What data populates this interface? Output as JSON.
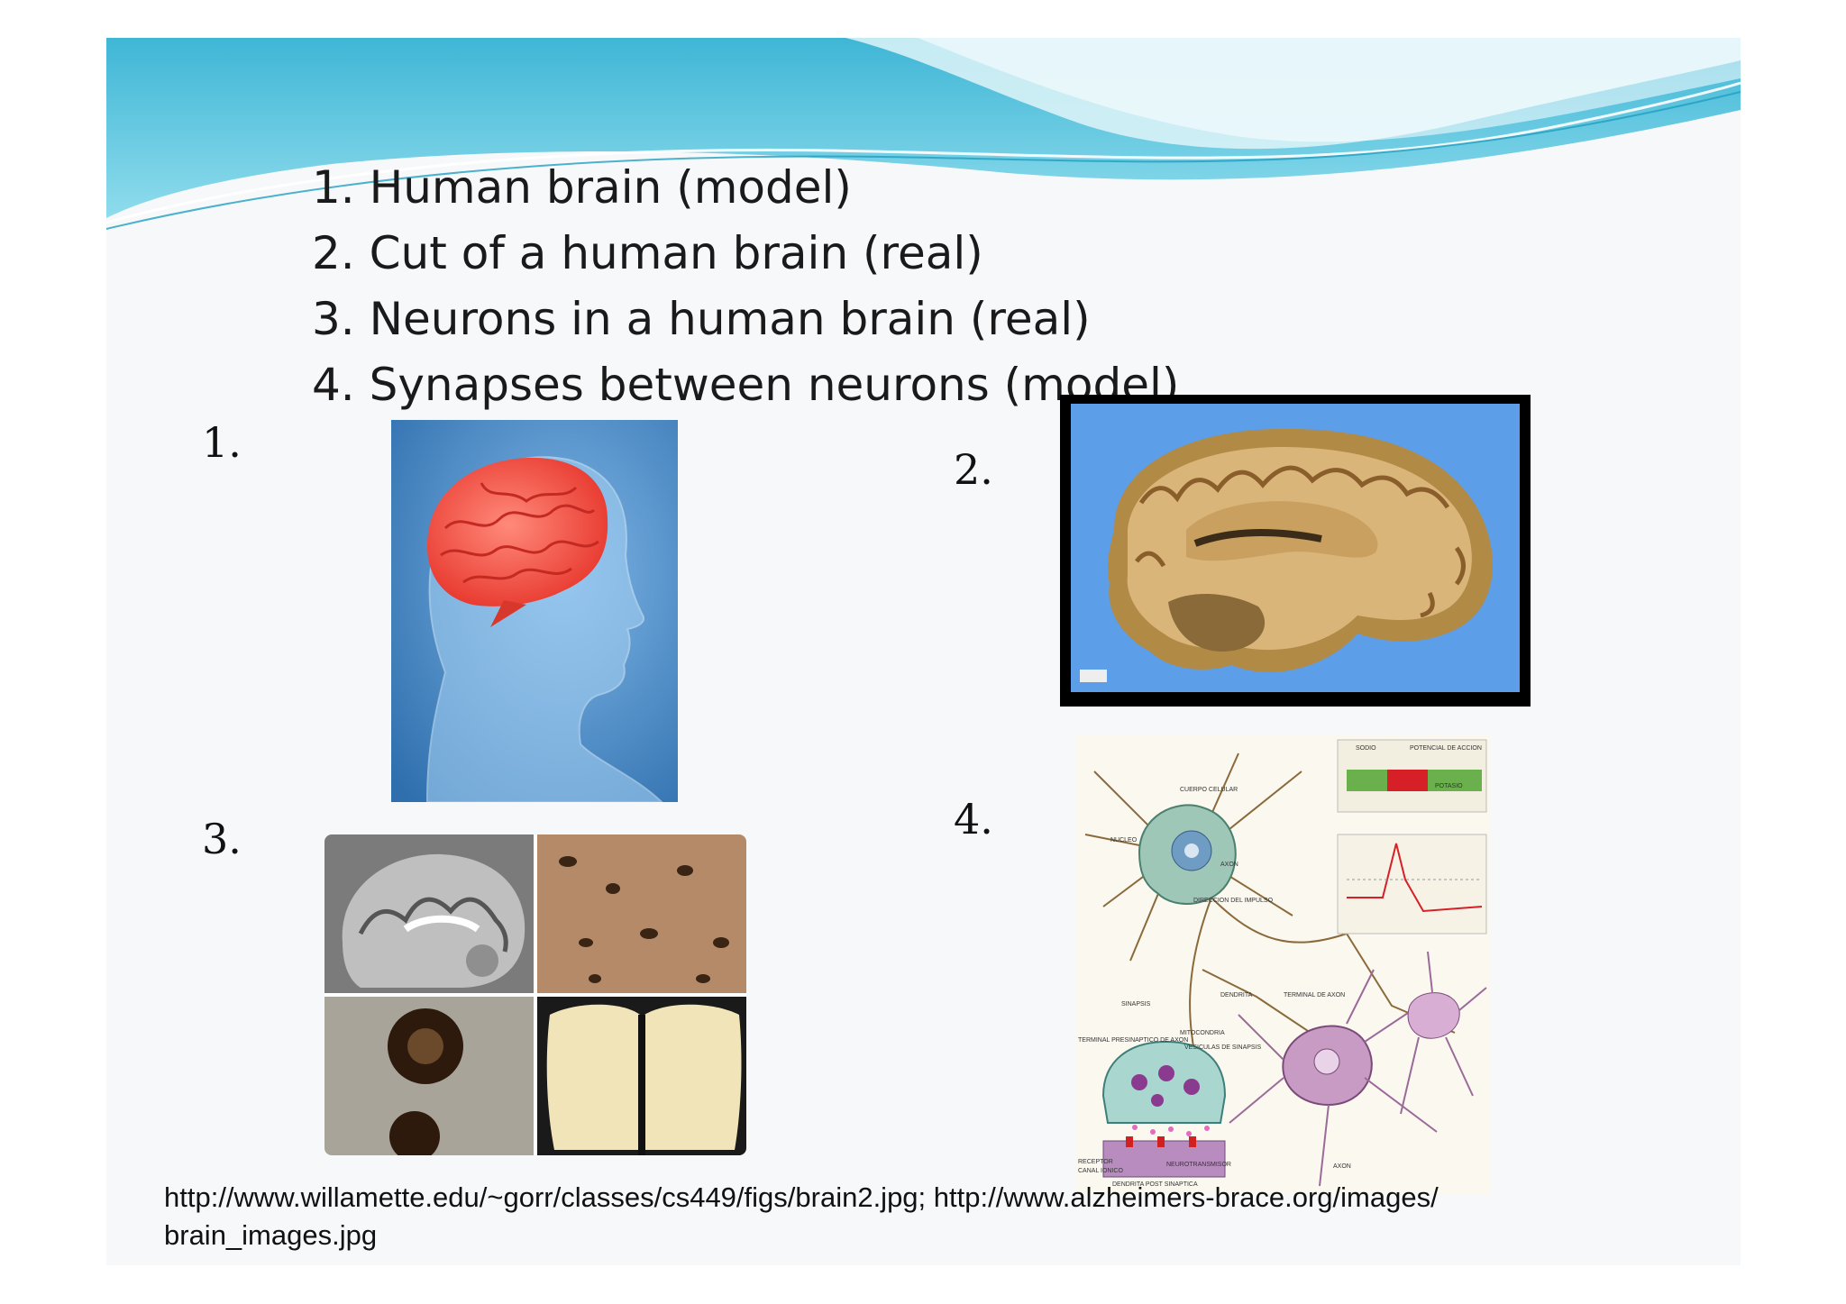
{
  "slide": {
    "list_items": [
      "1. Human brain (model)",
      "2. Cut of a human brain (real)",
      "3. Neurons in a human brain (real)",
      "4. Synapses between neurons (model)"
    ],
    "image_numbers": [
      "1.",
      "2.",
      "3.",
      "4."
    ],
    "source_lines": [
      "http://www.willamette.edu/~gorr/classes/cs449/figs/brain2.jpg; http://www.alzheimers-brace.org/images/",
      "brain_images.jpg"
    ],
    "diagram_labels": {
      "sodio": "SODIO",
      "potencial_accion": "POTENCIAL DE ACCION",
      "potasio": "POTASIO",
      "cuerpo_celular": "CUERPO CELULAR",
      "nucleo": "NUCLEO",
      "axon": "AXON",
      "direccion": "DIRECCION DEL IMPULSO",
      "dendrita": "DENDRITA",
      "terminal_axon": "TERMINAL DE AXON",
      "sinapsis": "SINAPSIS",
      "mitocondria": "MITOCONDRIA",
      "vesiculas": "VESICULAS DE SINAPSIS",
      "terminal_presinaptico": "TERMINAL PRESINAPTICO DE AXON",
      "receptor": "RECEPTOR",
      "canal_ionico": "CANAL IONICO",
      "neurotransmisor": "NEUROTRANSMISOR",
      "dendrita_post": "DENDRITA POST SINAPTICA",
      "axon2": "AXON"
    }
  },
  "colors": {
    "wave_light": "#bfe9f3",
    "wave_mid": "#67cfe3",
    "wave_dark": "#2aa9c9",
    "slide_bg": "#f7f8fa"
  }
}
